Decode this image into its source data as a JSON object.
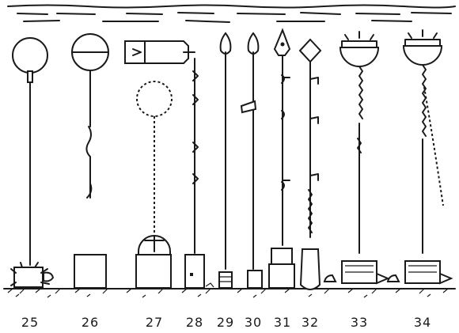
{
  "figures": [
    {
      "id": "25",
      "label": "25"
    },
    {
      "id": "26",
      "label": "26"
    },
    {
      "id": "27",
      "label": "27"
    },
    {
      "id": "28",
      "label": "28"
    },
    {
      "id": "29",
      "label": "29"
    },
    {
      "id": "30",
      "label": "30"
    },
    {
      "id": "31",
      "label": "31"
    },
    {
      "id": "32",
      "label": "32"
    },
    {
      "id": "33",
      "label": "33"
    },
    {
      "id": "34",
      "label": "34"
    }
  ],
  "colors": {
    "ink": "#1a1a1a",
    "paper": "#ffffff"
  }
}
